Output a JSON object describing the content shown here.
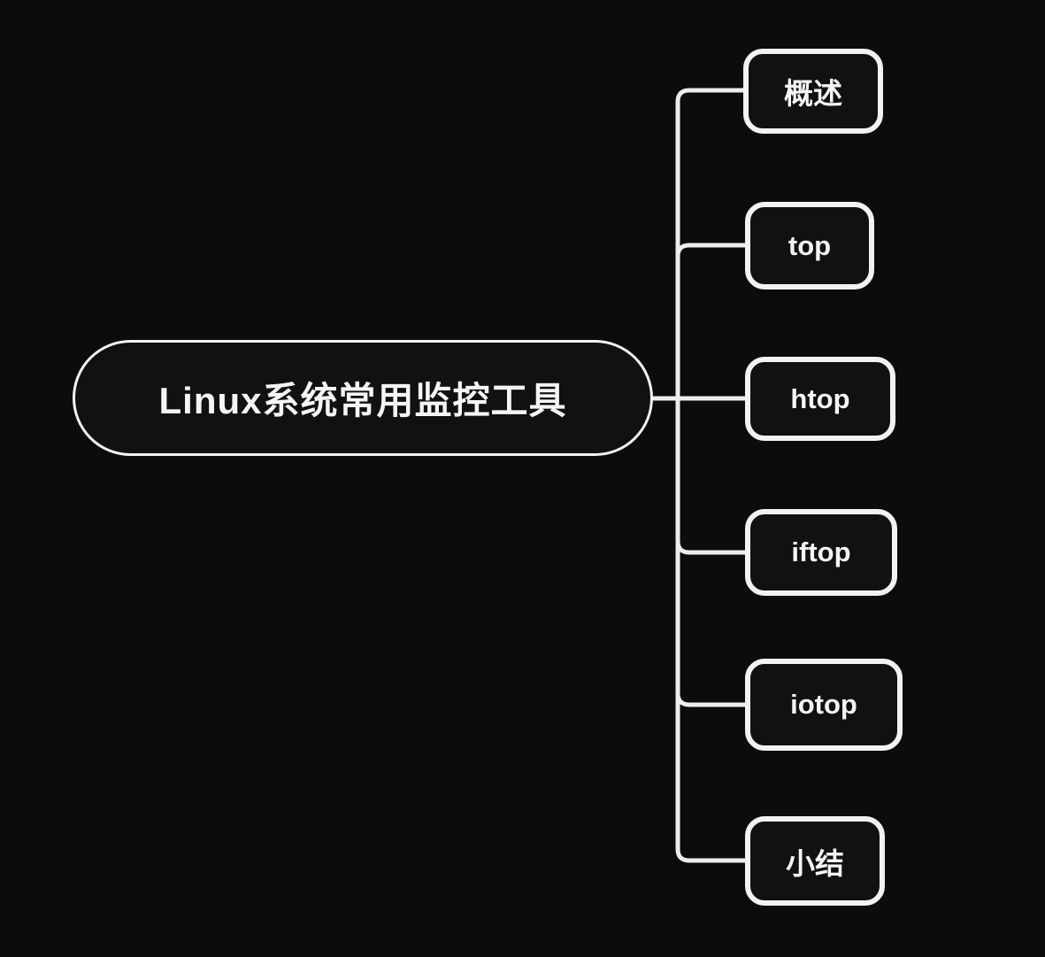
{
  "mindmap": {
    "root": {
      "label": "Linux系统常用监控工具"
    },
    "children": [
      {
        "label": "概述"
      },
      {
        "label": "top"
      },
      {
        "label": "htop"
      },
      {
        "label": "iftop"
      },
      {
        "label": "iotop"
      },
      {
        "label": "小结"
      }
    ]
  },
  "colors": {
    "background": "#0c0c0c",
    "node_fill": "#111111",
    "line": "#ededed",
    "border": "#f2f2f2",
    "text": "#f5f5f5"
  }
}
